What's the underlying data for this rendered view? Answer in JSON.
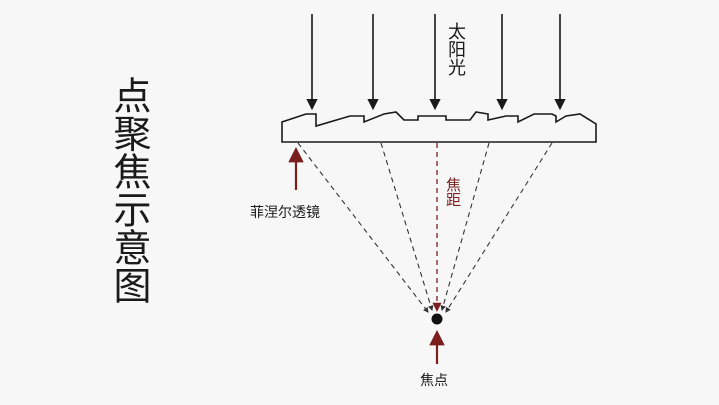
{
  "title": "点聚焦示意图",
  "labels": {
    "sunlight": "太阳光",
    "focal_length": "焦距",
    "fresnel_lens": "菲涅尔透镜",
    "focal_point": "焦点"
  },
  "colors": {
    "ink": "#1a1a1a",
    "accent": "#7a1e1e",
    "background": "#f7f7f7",
    "ray_dash": "#333333"
  }
}
